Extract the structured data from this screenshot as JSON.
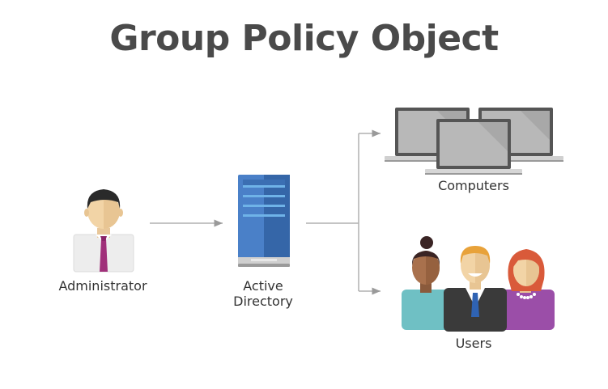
{
  "title": "Group Policy Object",
  "nodes": {
    "administrator": "Administrator",
    "active_directory_line1": "Active",
    "active_directory_line2": "Directory",
    "computers": "Computers",
    "users": "Users"
  },
  "colors": {
    "title": "#4a4a4a",
    "arrow": "#b0b0b0",
    "server": "#3f72b8",
    "laptop_frame": "#555555",
    "laptop_screen": "#a8a8a8",
    "tie": "#a0307a"
  },
  "icons": [
    "administrator-icon",
    "server-icon",
    "laptop-icon",
    "users-icon"
  ]
}
